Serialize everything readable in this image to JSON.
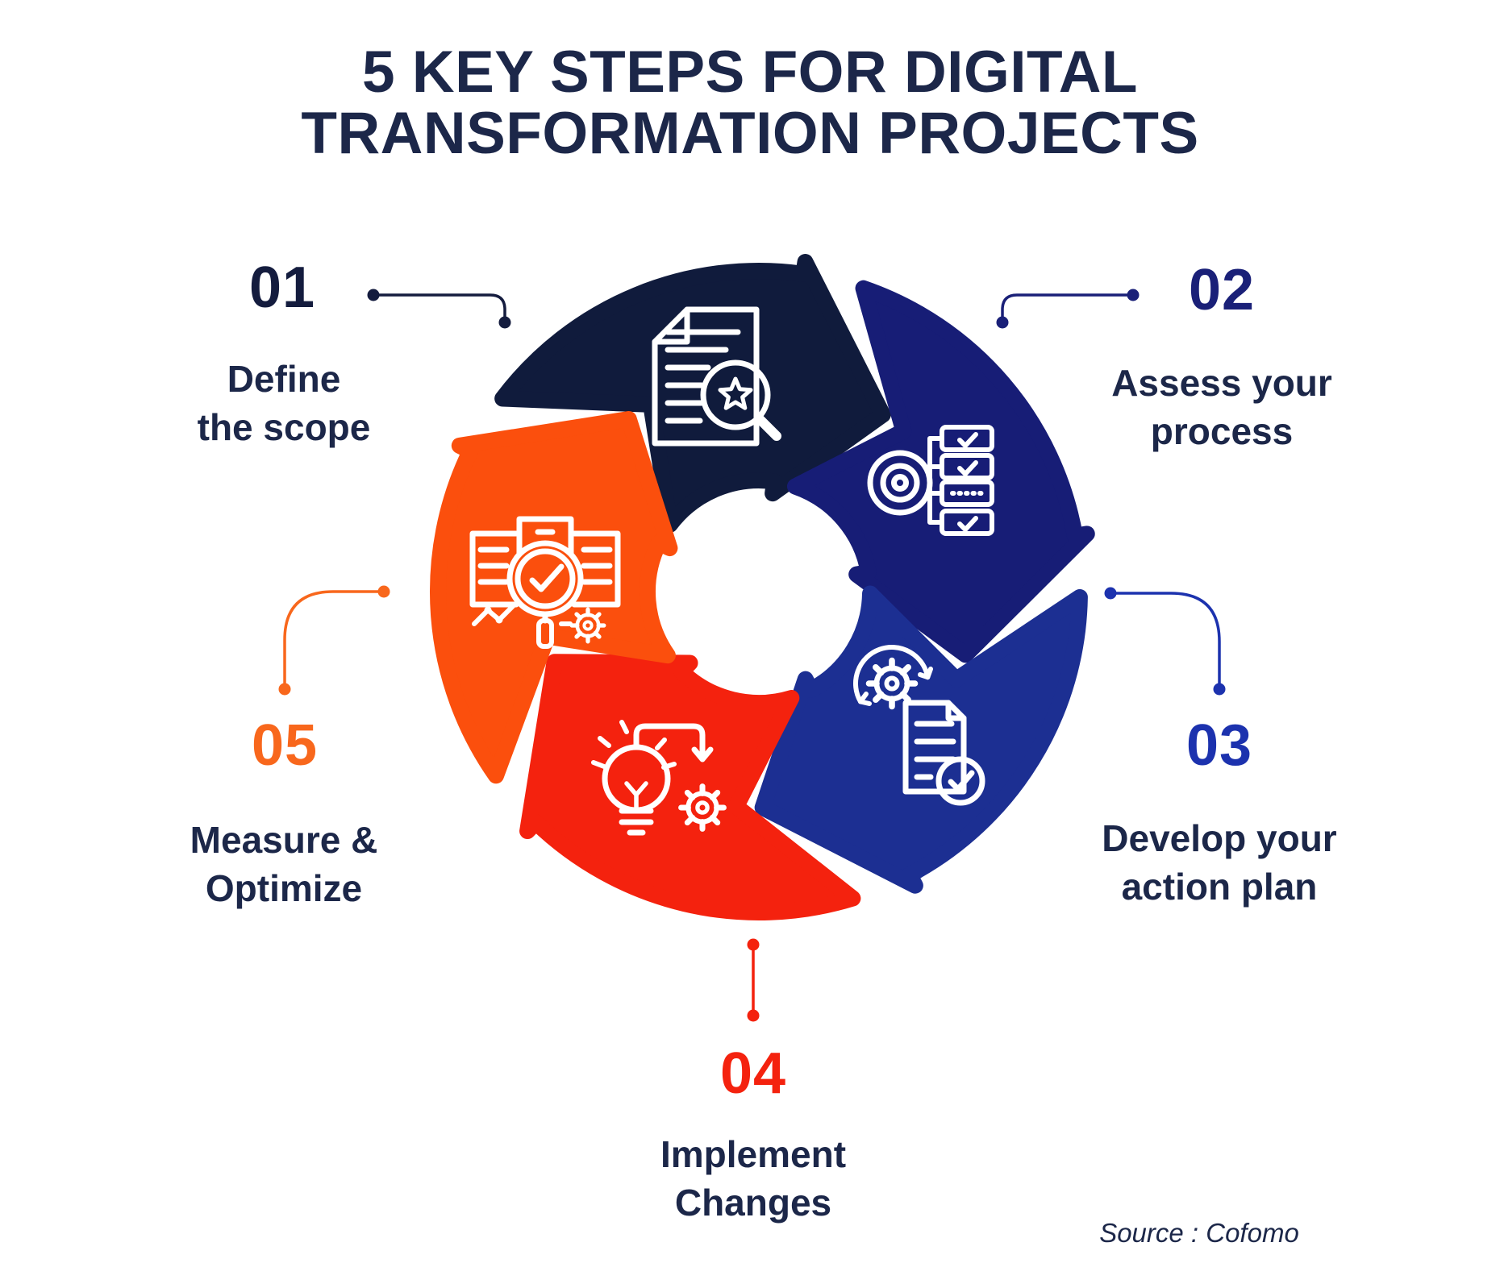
{
  "title": {
    "line1": "5 KEY STEPS FOR DIGITAL",
    "line2": "TRANSFORMATION PROJECTS"
  },
  "source_text": "Source : Cofomo",
  "colors": {
    "background": "#ffffff",
    "title_text": "#1c2749",
    "label_text": "#1c2749",
    "icon_stroke": "#ffffff",
    "segment_navy": "#101b3c",
    "segment_darkblue": "#171d76",
    "segment_blue": "#1c2f92",
    "segment_red": "#f4220e",
    "segment_orange": "#fb4f0d"
  },
  "steps": [
    {
      "number": "01",
      "label_line1": "Define",
      "label_line2": "the scope",
      "number_color": "#141c3e",
      "segment_color": "#101b3c",
      "icon": "document-search-star-icon"
    },
    {
      "number": "02",
      "label_line1": "Assess your",
      "label_line2": "process",
      "number_color": "#1a2078",
      "segment_color": "#171d76",
      "icon": "target-checklist-icon"
    },
    {
      "number": "03",
      "label_line1": "Develop your",
      "label_line2": "action plan",
      "number_color": "#1c32ae",
      "segment_color": "#1c2f92",
      "icon": "gear-document-check-icon"
    },
    {
      "number": "04",
      "label_line1": "Implement",
      "label_line2": "Changes",
      "number_color": "#f4220e",
      "segment_color": "#f4220e",
      "icon": "lightbulb-arrow-gear-icon"
    },
    {
      "number": "05",
      "label_line1": "Measure &",
      "label_line2": "Optimize",
      "number_color": "#f8671c",
      "segment_color": "#fb4f0d",
      "icon": "documents-magnifier-check-icon"
    }
  ]
}
